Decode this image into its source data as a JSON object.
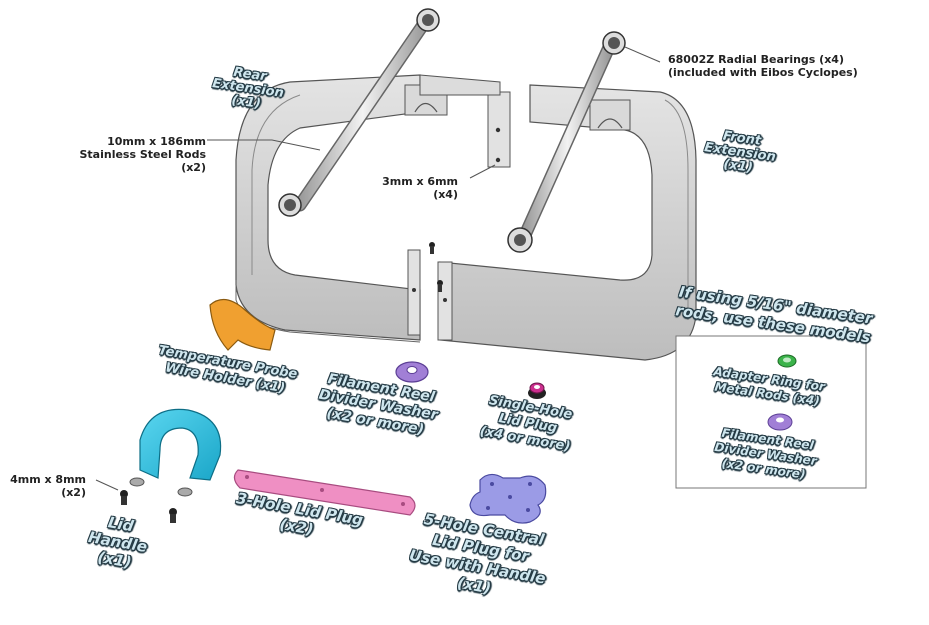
{
  "labels": {
    "bearings": [
      "68002Z Radial Bearings (x4)",
      "(included with Eibos Cyclopes)"
    ],
    "rods": [
      "10mm x 186mm",
      "Stainless Steel Rods",
      "(x2)"
    ],
    "screws_3x6": [
      "3mm x 6mm",
      "(x4)"
    ],
    "screws_4x8": [
      "4mm x 8mm",
      "(x2)"
    ]
  },
  "callouts": {
    "rear_extension": [
      "Rear",
      "Extension",
      "(x1)"
    ],
    "front_extension": [
      "Front",
      "Extension",
      "(x1)"
    ],
    "temp_probe_holder": [
      "Temperature Probe",
      "Wire Holder (x1)"
    ],
    "filament_washer": [
      "Filament Reel",
      "Divider Washer",
      "(x2 or more)"
    ],
    "single_hole_plug": [
      "Single-Hole",
      "Lid Plug",
      "(x4 or more)"
    ],
    "lid_handle": [
      "Lid",
      "Handle",
      "(x1)"
    ],
    "three_hole_plug": [
      "3-Hole Lid Plug",
      "(x2)"
    ],
    "five_hole_plug": [
      "5-Hole Central",
      "Lid Plug for",
      "Use with Handle",
      "(x1)"
    ],
    "alt_title": [
      "If using 5/16\" diameter",
      "rods, use these models"
    ],
    "alt_adapter_ring": [
      "Adapter Ring for",
      "Metal Rods (x4)"
    ],
    "alt_filament_washer": [
      "Filament Reel",
      "Divider Washer",
      "(x2 or more)"
    ]
  },
  "colors": {
    "part_gray": "#cfcfcf",
    "part_dark": "#8a8a8a",
    "probe_holder": "#f0a030",
    "washer": "#a17fd6",
    "single_plug": "#cc2f8e",
    "handle": "#3cc6e4",
    "three_hole_plug": "#ef8fc3",
    "five_hole_plug": "#9b9be6",
    "adapter_ring": "#3bb34a",
    "callout_fill": "#cfe6ee",
    "callout_outline": "#243a44"
  }
}
